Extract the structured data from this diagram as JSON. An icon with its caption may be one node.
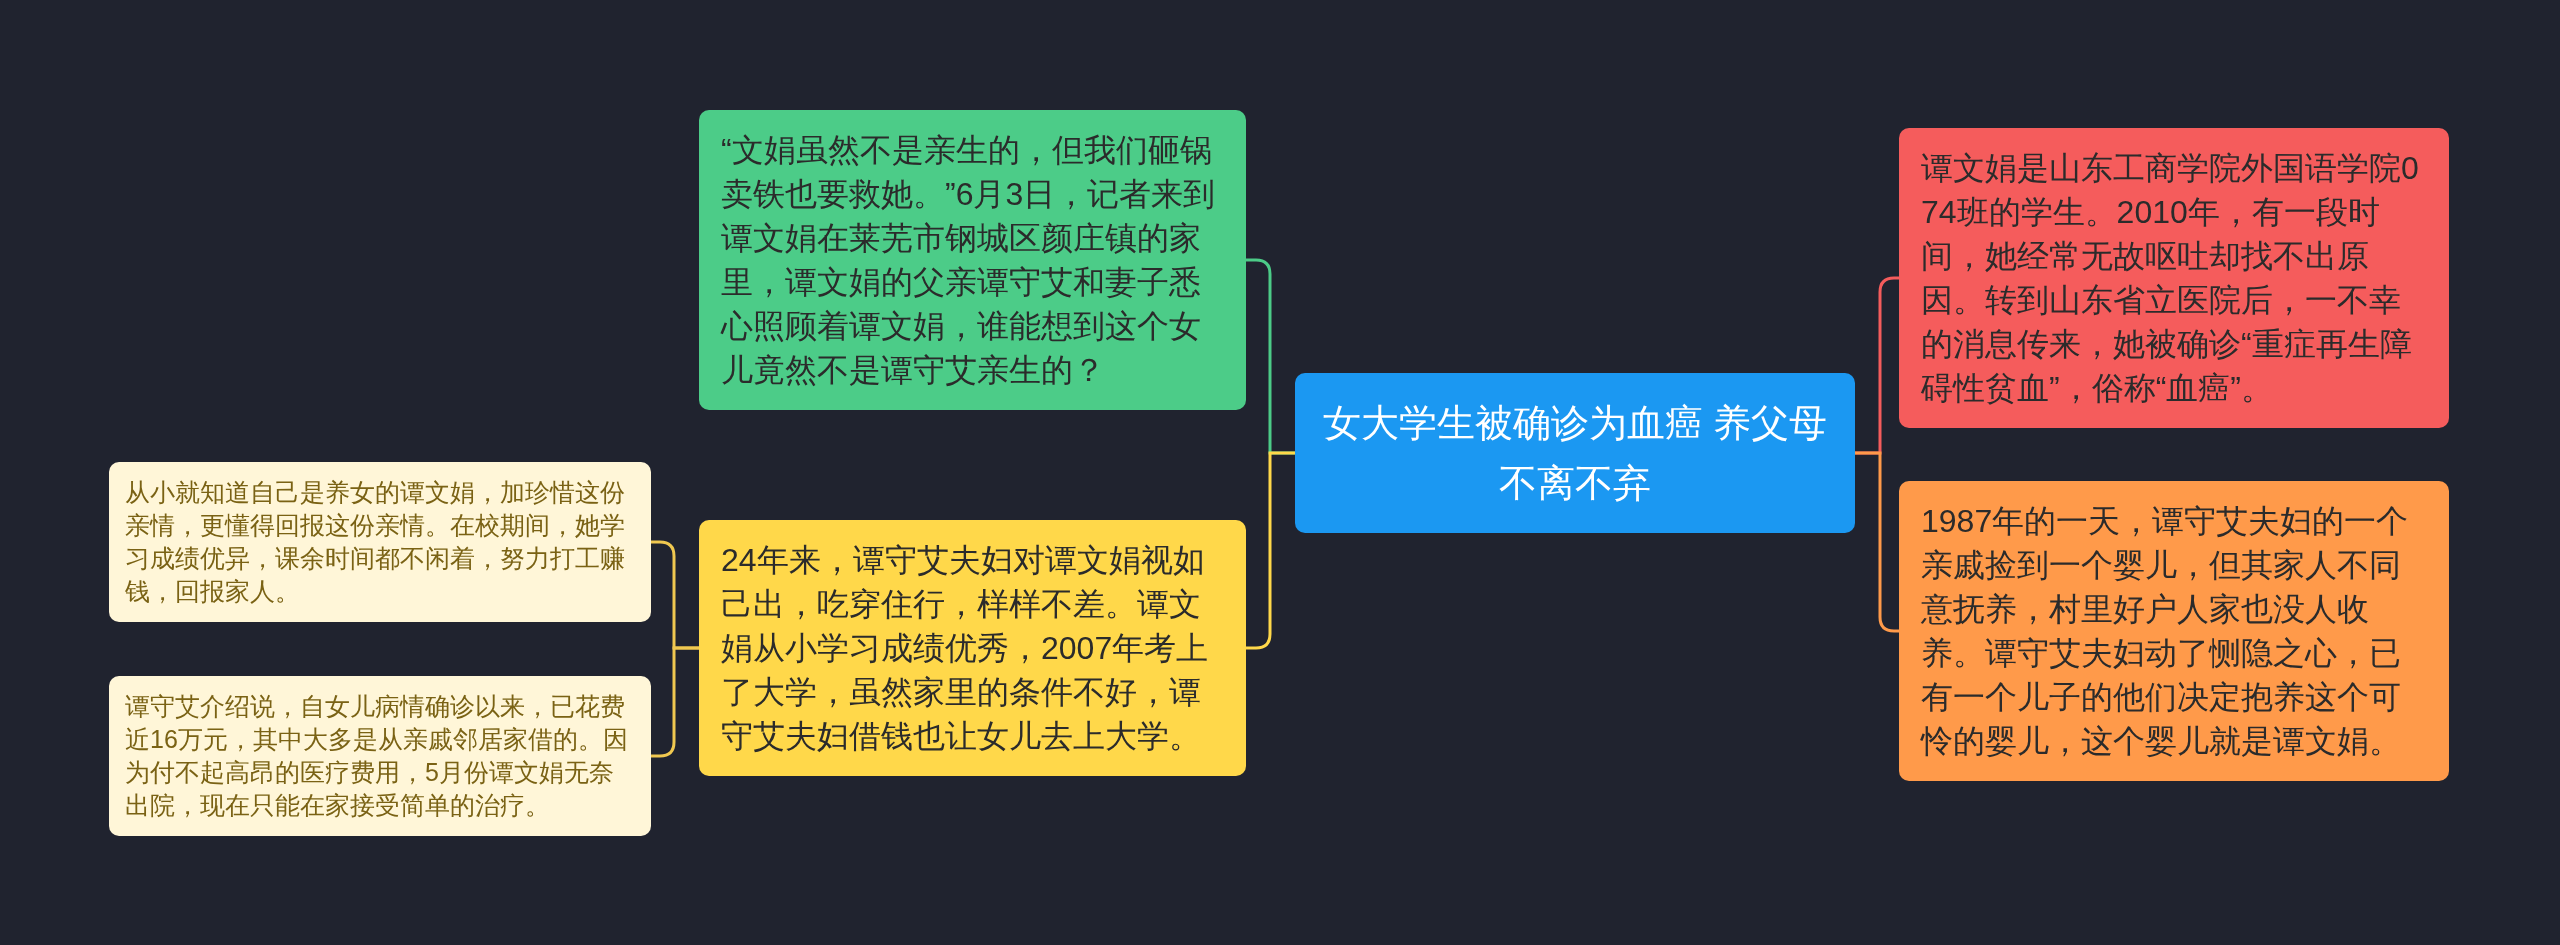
{
  "diagram": {
    "nodes": [
      {
        "text": [
          "女大学生被确诊为血癌 养父母不离不弃"
        ]
      },
      {
        "text": [
          "“文娟虽然不是亲生的，但我们砸锅卖铁也要救她。”6月3日，记者来到谭文娟在莱芜市钢城区颜庄镇的家里，谭文娟的父亲谭守艾和妻子悉心照顾着谭文娟，谁能想到这个女儿竟然不是谭守艾亲生的？"
        ]
      },
      {
        "text": [
          "24年来，谭守艾夫妇对谭文娟视如己出，吃穿住行，样样不差。谭文娟从小学习成绩优秀，2007年考上了大学，虽然家里的条件不好，谭守艾夫妇借钱也让女儿去上大学。"
        ]
      },
      {
        "text": [
          "从小就知道自己是养女的谭文娟，加珍惜这份亲情，更懂得回报这份亲情。在校期间，她学习成绩优异，课余时间都不闲着，努力打工赚钱，回报家人。"
        ]
      },
      {
        "text": [
          "谭守艾介绍说，自女儿病情确诊以来，已花费近16万元，其中大多是从亲戚邻居家借的。因为付不起高昂的医疗费用，5月份谭文娟无奈出院，现在只能在家接受简单的治疗。"
        ]
      },
      {
        "text": [
          "谭文娟是山东工商学院外国语学院074班的学生。2010年，有一段时间，她经常无故呕吐却找不出原因。转到山东省立医院后，一不幸的消息传来，她被确诊“重症再生障碍性贫血”，俗称“血癌”。"
        ]
      },
      {
        "text": [
          "1987年的一天，谭守艾夫妇的一个亲戚捡到一个婴儿，但其家人不同意抚养，村里好户人家也没人收养。谭守艾夫妇动了恻隐之心，已有一个儿子的他们决定抱养这个可怜的婴儿，这个婴儿就是谭文娟。"
        ]
      }
    ],
    "edges": [
      {
        "from": 0,
        "to": 1,
        "arrow": "none",
        "color": "#4ccc88"
      },
      {
        "from": 0,
        "to": 2,
        "arrow": "none",
        "color": "#ffd84a"
      },
      {
        "from": 2,
        "to": 3,
        "arrow": "none",
        "color": "#f0c850"
      },
      {
        "from": 2,
        "to": 4,
        "arrow": "none",
        "color": "#f0c850"
      },
      {
        "from": 0,
        "to": 5,
        "arrow": "none",
        "color": "#f55c5c"
      },
      {
        "from": 0,
        "to": 6,
        "arrow": "none",
        "color": "#ff9a4a"
      }
    ]
  }
}
